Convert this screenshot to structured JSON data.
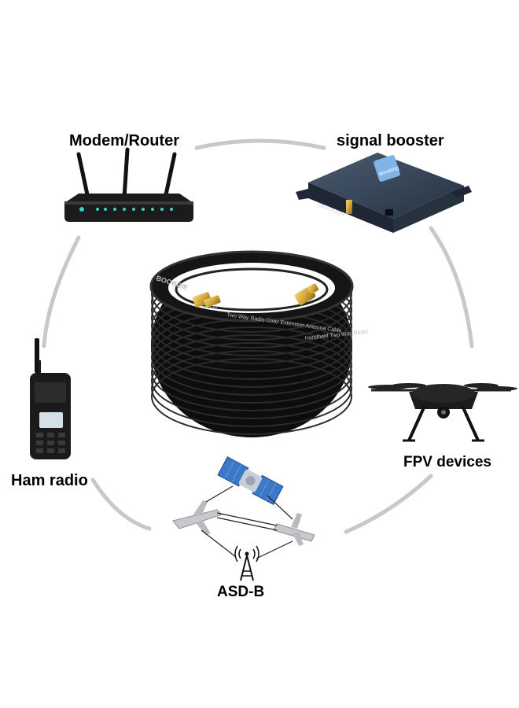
{
  "labels": {
    "modem": "Modem/Router",
    "booster": "signal booster",
    "ham": "Ham radio",
    "fpv": "FPV devices",
    "asd": "ASD-B"
  },
  "cable": {
    "brand": "BOOBRIE",
    "print_upper": "Two Way  Radio  Coax  Extension  Antenna  Cable",
    "print_lower": "Handheld  Two Way  Radio",
    "print_model": "RG58"
  },
  "booster": {
    "logo_text": "amazing",
    "port_label": "OUTDOOR"
  },
  "colors": {
    "circle": "#c8c8c8",
    "cable": "#151515",
    "connector_gold": "#d4a73a",
    "booster_body": "#2e3a4a",
    "label_text": "#000000"
  },
  "icons": [
    "router-icon",
    "signal-booster-icon",
    "coax-cable-image",
    "handheld-radio-icon",
    "drone-icon",
    "satellite-icon",
    "airplane-icon",
    "radio-tower-icon"
  ]
}
